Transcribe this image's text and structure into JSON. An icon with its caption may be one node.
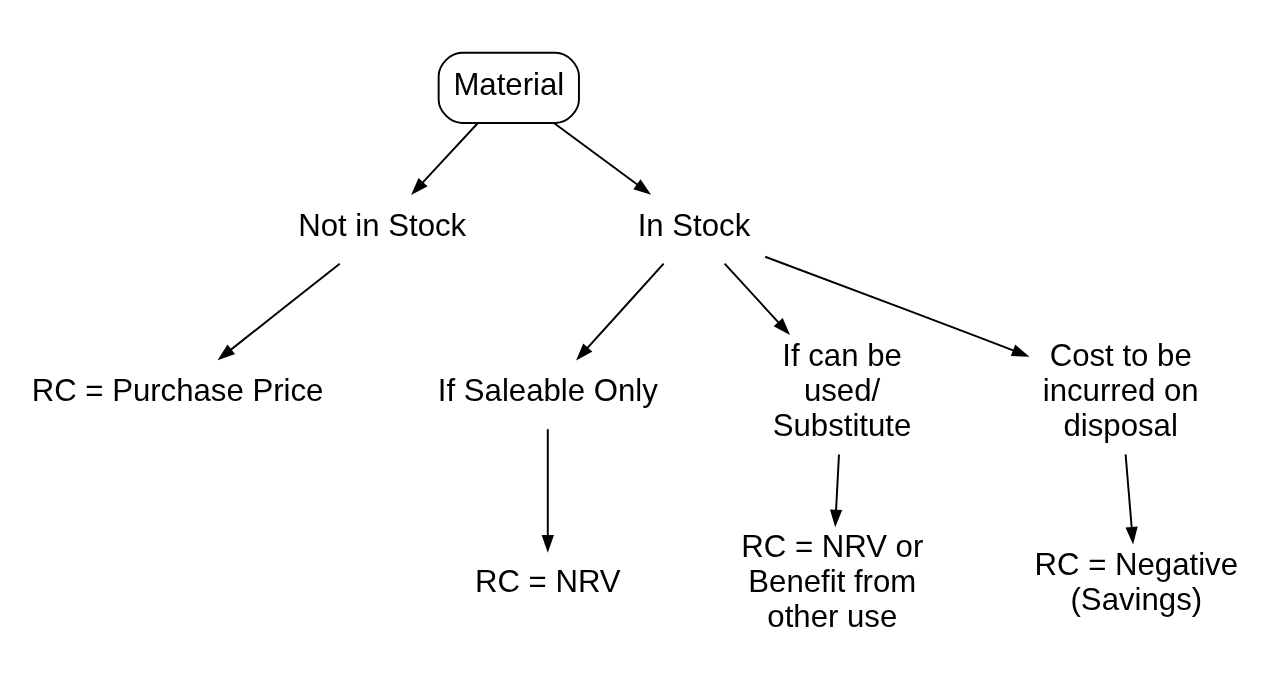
{
  "diagram": {
    "nodes": [
      {
        "text": [
          "Material"
        ]
      },
      {
        "text": [
          "Not in Stock"
        ]
      },
      {
        "text": [
          "In Stock"
        ]
      },
      {
        "text": [
          "RC = Purchase Price"
        ]
      },
      {
        "text": [
          "If Saleable Only"
        ]
      },
      {
        "text": [
          "If can be used/ Substitute"
        ]
      },
      {
        "text": [
          "Cost to be incurred on disposal"
        ]
      },
      {
        "text": [
          "RC = NRV"
        ]
      },
      {
        "text": [
          "RC = NRV or Benefit from other use"
        ]
      },
      {
        "text": [
          "RC = Negative (Savings)"
        ]
      }
    ],
    "edges": [
      {
        "from": 0,
        "to": 1,
        "arrow": "to"
      },
      {
        "from": 0,
        "to": 2,
        "arrow": "to"
      },
      {
        "from": 1,
        "to": 3,
        "arrow": "to"
      },
      {
        "from": 2,
        "to": 4,
        "arrow": "to"
      },
      {
        "from": 2,
        "to": 5,
        "arrow": "to"
      },
      {
        "from": 2,
        "to": 6,
        "arrow": "to"
      },
      {
        "from": 4,
        "to": 7,
        "arrow": "to"
      },
      {
        "from": 5,
        "to": 8,
        "arrow": "to"
      },
      {
        "from": 6,
        "to": 9,
        "arrow": "to"
      }
    ]
  }
}
